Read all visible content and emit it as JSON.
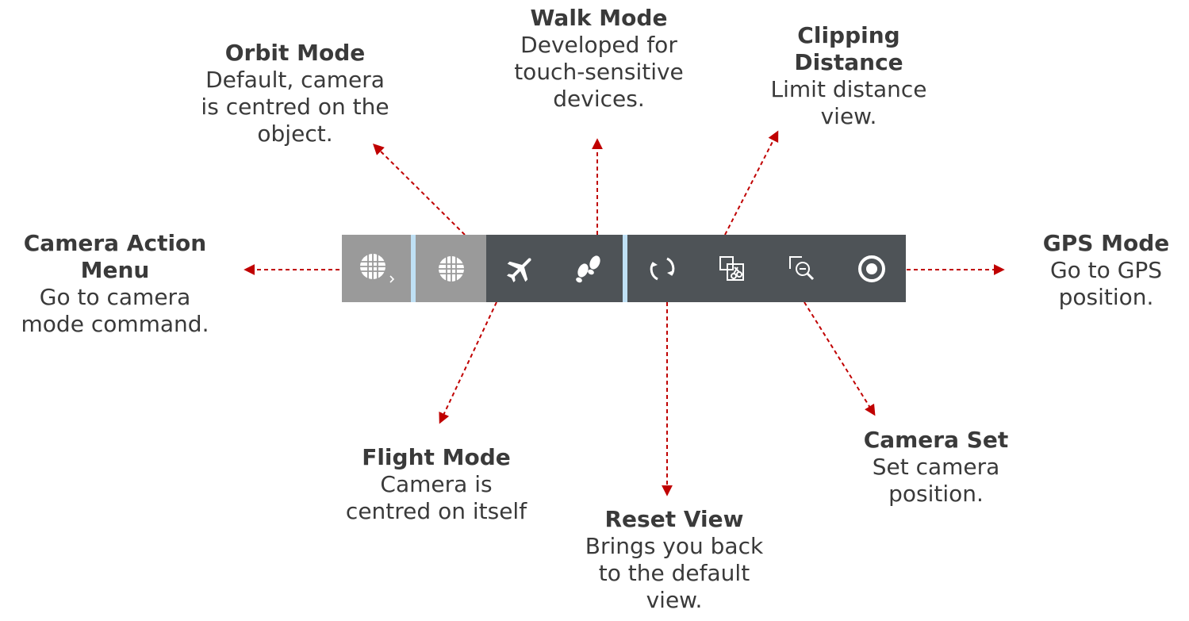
{
  "colors": {
    "arrow": "#c00000",
    "text": "#3a3a3a",
    "toolbar_light": "#9a9a9a",
    "toolbar_dark": "#4e5357",
    "separator": "#bfe0f4",
    "icon": "#ffffff"
  },
  "toolbar": {
    "buttons": [
      {
        "id": "camera-action-menu",
        "icon": "globe-chevron-icon"
      },
      {
        "id": "orbit-mode",
        "icon": "globe-icon"
      },
      {
        "id": "flight-mode",
        "icon": "airplane-icon"
      },
      {
        "id": "walk-mode",
        "icon": "footprints-icon"
      },
      {
        "id": "reset-view",
        "icon": "rotate-icon"
      },
      {
        "id": "clipping-distance",
        "icon": "clipping-icon"
      },
      {
        "id": "camera-set",
        "icon": "zoom-frame-icon"
      },
      {
        "id": "gps-mode",
        "icon": "target-icon"
      }
    ]
  },
  "callouts": {
    "camera_action_menu": {
      "title": "Camera Action\nMenu",
      "desc": "Go to camera\nmode command."
    },
    "orbit_mode": {
      "title": "Orbit Mode",
      "desc": "Default, camera\nis centred on the\nobject."
    },
    "walk_mode": {
      "title": "Walk Mode",
      "desc": "Developed for\ntouch-sensitive\ndevices."
    },
    "clipping_distance": {
      "title": "Clipping\nDistance",
      "desc": "Limit distance\nview."
    },
    "gps_mode": {
      "title": "GPS Mode",
      "desc": "Go to GPS\nposition."
    },
    "flight_mode": {
      "title": "Flight Mode",
      "desc": "Camera is\ncentred on itself"
    },
    "reset_view": {
      "title": "Reset View",
      "desc": "Brings you back\nto the default\nview."
    },
    "camera_set": {
      "title": "Camera Set",
      "desc": "Set camera\nposition."
    }
  }
}
